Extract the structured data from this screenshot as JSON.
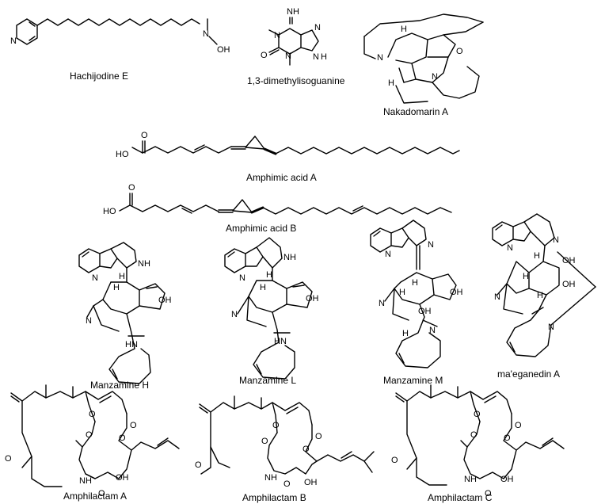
{
  "figure": {
    "compounds": [
      {
        "id": "hachijodine-e",
        "name": "Hachijodine E",
        "atoms": [
          "N",
          "N",
          "OH"
        ]
      },
      {
        "id": "dimethylisoguanine",
        "name": "1,3-dimethylisoguanine",
        "atoms": [
          "NH",
          "N",
          "N",
          "O",
          "N",
          "N",
          "H"
        ]
      },
      {
        "id": "nakadomarin-a",
        "name": "Nakadomarin A",
        "atoms": [
          "H",
          "O",
          "N",
          "H",
          "N"
        ]
      },
      {
        "id": "amphimic-acid-a",
        "name": "Amphimic acid A",
        "atoms": [
          "HO",
          "O"
        ]
      },
      {
        "id": "amphimic-acid-b",
        "name": "Amphimic acid B",
        "atoms": [
          "HO",
          "O"
        ]
      },
      {
        "id": "manzamine-h",
        "name": "Manzamine H",
        "atoms": [
          "NH",
          "N",
          "H",
          "H",
          "N",
          "OH",
          "HN"
        ]
      },
      {
        "id": "manzamine-l",
        "name": "Manzamine L",
        "atoms": [
          "NH",
          "N",
          "H",
          "H",
          "N",
          "OH",
          "HN"
        ]
      },
      {
        "id": "manzamine-m",
        "name": "Manzamine M",
        "atoms": [
          "N",
          "N",
          "H",
          "H",
          "N",
          "OH",
          "OH",
          "N",
          "H"
        ]
      },
      {
        "id": "maeganedin-a",
        "name": "ma'eganedin A",
        "atoms": [
          "N",
          "N",
          "H",
          "H",
          "OH",
          "OH",
          "N",
          "H",
          "N"
        ]
      },
      {
        "id": "amphilactam-a",
        "name": "Amphilactam A",
        "atoms": [
          "O",
          "O",
          "O",
          "O",
          "O",
          "NH",
          "OH",
          "O"
        ]
      },
      {
        "id": "amphilactam-b",
        "name": "Amphilactam B",
        "atoms": [
          "O",
          "O",
          "O",
          "O",
          "O",
          "NH",
          "OH",
          "O"
        ]
      },
      {
        "id": "amphilactam-c",
        "name": "Amphilactam C",
        "atoms": [
          "O",
          "O",
          "O",
          "O",
          "O",
          "NH",
          "OH",
          "O"
        ]
      }
    ]
  }
}
